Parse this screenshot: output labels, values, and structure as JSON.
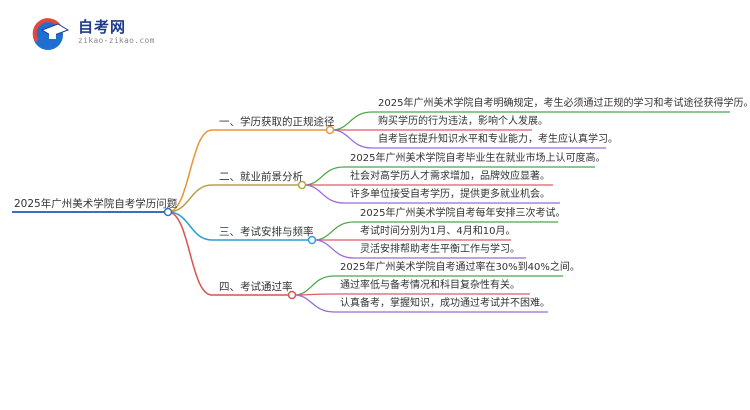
{
  "logo": {
    "title": "自考网",
    "url": "zikao-zikao.com",
    "icon": "graduation-cap-icon"
  },
  "colors": {
    "root_line": "#3b6fb6",
    "branch1": "#e8963a",
    "branch2": "#b7a24a",
    "branch3": "#2a9fd6",
    "branch4": "#d9534f",
    "leaf1": "#4aa84a",
    "leaf2": "#e05a6a",
    "leaf3": "#9a6ad6"
  },
  "mindmap": {
    "root": "2025年广州美术学院自考学历问题",
    "branches": [
      {
        "label": "一、学历获取的正规途径",
        "leaves": [
          "2025年广州美术学院自考明确规定，考生必须通过正规的学习和考试途径获得学历。",
          "购买学历的行为违法，影响个人发展。",
          "自考旨在提升知识水平和专业能力，考生应认真学习。"
        ]
      },
      {
        "label": "二、就业前景分析",
        "leaves": [
          "2025年广州美术学院自考毕业生在就业市场上认可度高。",
          "社会对高学历人才需求增加，品牌效应显著。",
          "许多单位接受自考学历，提供更多就业机会。"
        ]
      },
      {
        "label": "三、考试安排与频率",
        "leaves": [
          "2025年广州美术学院自考每年安排三次考试。",
          "考试时间分别为1月、4月和10月。",
          "灵活安排帮助考生平衡工作与学习。"
        ]
      },
      {
        "label": "四、考试通过率",
        "leaves": [
          "2025年广州美术学院自考通过率在30%到40%之间。",
          "通过率低与备考情况和科目复杂性有关。",
          "认真备考，掌握知识，成功通过考试并不困难。"
        ]
      }
    ]
  }
}
